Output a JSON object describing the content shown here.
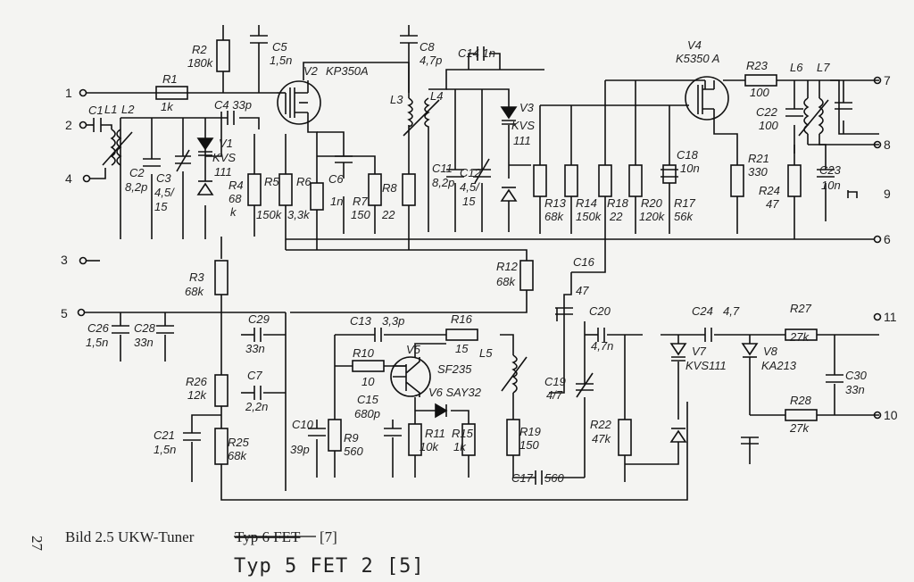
{
  "figure": {
    "page_number": "27",
    "caption": "Bild 2.5   UKW-Tuner",
    "struck_caption": "Typ 6 FET",
    "struck_ref": "[7]",
    "handwritten": "Typ 5 FET 2 [5]"
  },
  "pins": [
    "1",
    "2",
    "3",
    "4",
    "5",
    "6",
    "7",
    "8",
    "9",
    "10",
    "11"
  ],
  "labels": {
    "R1": "R1",
    "R1v": "1k",
    "R2": "R2",
    "R2v": "180k",
    "R3": "R3",
    "R3v": "68k",
    "R4": "R4",
    "R4v1": "68",
    "R4v2": "k",
    "R5": "R5",
    "R5v": "150k",
    "R6": "R6",
    "R6v": "3,3k",
    "R7": "R7",
    "R7v": "150",
    "R8": "R8",
    "R8v": "22",
    "R9": "R9",
    "R9v": "560",
    "R10": "R10",
    "R10v": "10",
    "R11": "R11",
    "R11v": "10k",
    "R12": "R12",
    "R12v": "68k",
    "R13": "R13",
    "R13v": "68k",
    "R14": "R14",
    "R14v": "150k",
    "R15": "R15",
    "R15v": "1k",
    "R16": "R16",
    "R16v": "15",
    "R17": "R17",
    "R17v": "56k",
    "R18": "R18",
    "R18v": "22",
    "R19": "R19",
    "R19v": "150",
    "R20": "R20",
    "R20v": "120k",
    "R21": "R21",
    "R21v": "330",
    "R22": "R22",
    "R22v": "47k",
    "R23": "R23",
    "R23v": "100",
    "R24": "R24",
    "R24v": "47",
    "R25": "R25",
    "R25v": "68k",
    "R26": "R26",
    "R26v": "12k",
    "R27": "R27",
    "R27v": "27k",
    "R28": "R28",
    "R28v": "27k",
    "C1": "C1",
    "C2": "C2",
    "C2v": "8,2p",
    "C3": "C3",
    "C3v1": "4,5/",
    "C3v2": "15",
    "C4": "C4 33p",
    "C5": "C5",
    "C5v": "1,5n",
    "C6": "C6",
    "C6v": "1n",
    "C7": "C7",
    "C7v": "2,2n",
    "C8": "C8",
    "C8v": "4,7p",
    "C10": "C10",
    "C10v": "39p",
    "C11": "C11",
    "C11v": "8,2p",
    "C12": "C12",
    "C12v1": "4,5/",
    "C12v2": "15",
    "C13": "C13",
    "C13v": "3,3p",
    "C14": "C14 1n",
    "C15": "C15",
    "C15v": "680p",
    "C16": "C16",
    "C16v": "47",
    "C17": "C17",
    "C17v": "560",
    "C18": "C18",
    "C18v": "10n",
    "C19": "C19",
    "C19v": "4/7",
    "C20": "C20",
    "C20v": "4,7n",
    "C21": "C21",
    "C21v": "1,5n",
    "C22": "C22",
    "C22v": "100",
    "C23": "C23",
    "C23v": "10n",
    "C24": "C24",
    "C24v": "4,7",
    "C26": "C26",
    "C26v": "1,5n",
    "C28": "C28",
    "C28v": "33n",
    "C29": "C29",
    "C29v": "33n",
    "C30": "C30",
    "C30v": "33n",
    "L1": "L1",
    "L2": "L2",
    "L3": "L3",
    "L4": "L4",
    "L5": "L5",
    "L6": "L6",
    "L7": "L7",
    "V1": "V1",
    "V1v1": "KVS",
    "V1v2": "111",
    "V2": "V2",
    "V2v": "KP350A",
    "V3": "V3",
    "V3v1": "KVS",
    "V3v2": "111",
    "V4": "V4",
    "V4v": "K5350 A",
    "V5": "V5",
    "V5v": "SF235",
    "V6": "V6 SAY32",
    "V7": "V7",
    "V7v": "KVS111",
    "V8": "V8",
    "V8v": "KA213"
  },
  "colors": {
    "ink": "#111111",
    "paper": "#f4f4f2"
  }
}
